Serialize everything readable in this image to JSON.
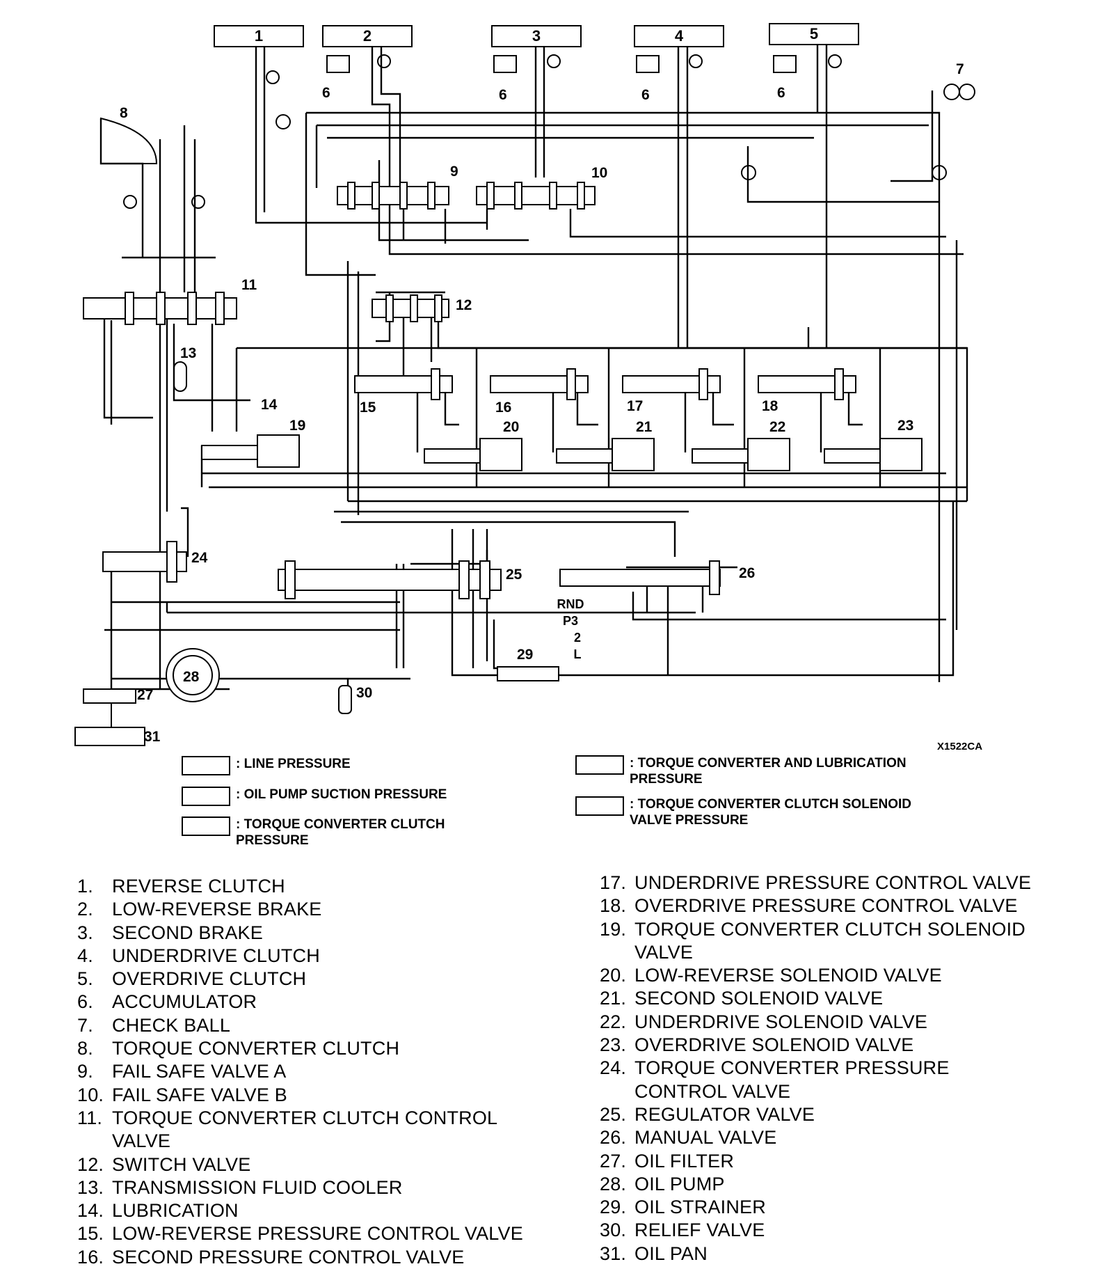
{
  "callouts": [
    {
      "id": "c1",
      "text": "1",
      "box": true
    },
    {
      "id": "c2",
      "text": "2",
      "box": true
    },
    {
      "id": "c3",
      "text": "3",
      "box": true
    },
    {
      "id": "c4",
      "text": "4",
      "box": true
    },
    {
      "id": "c5",
      "text": "5",
      "box": true
    },
    {
      "id": "c6a",
      "text": "6"
    },
    {
      "id": "c6b",
      "text": "6"
    },
    {
      "id": "c6c",
      "text": "6"
    },
    {
      "id": "c6d",
      "text": "6"
    },
    {
      "id": "c7",
      "text": "7"
    },
    {
      "id": "c8",
      "text": "8"
    },
    {
      "id": "c9",
      "text": "9"
    },
    {
      "id": "c10",
      "text": "10"
    },
    {
      "id": "c11",
      "text": "11"
    },
    {
      "id": "c12",
      "text": "12"
    },
    {
      "id": "c13",
      "text": "13"
    },
    {
      "id": "c14",
      "text": "14"
    },
    {
      "id": "c15",
      "text": "15"
    },
    {
      "id": "c16",
      "text": "16"
    },
    {
      "id": "c17",
      "text": "17"
    },
    {
      "id": "c18",
      "text": "18"
    },
    {
      "id": "c19",
      "text": "19"
    },
    {
      "id": "c20",
      "text": "20"
    },
    {
      "id": "c21",
      "text": "21"
    },
    {
      "id": "c22",
      "text": "22"
    },
    {
      "id": "c23",
      "text": "23"
    },
    {
      "id": "c24",
      "text": "24"
    },
    {
      "id": "c25",
      "text": "25"
    },
    {
      "id": "c26",
      "text": "26"
    },
    {
      "id": "c27",
      "text": "27"
    },
    {
      "id": "c28",
      "text": "28"
    },
    {
      "id": "c29",
      "text": "29"
    },
    {
      "id": "c30",
      "text": "30"
    },
    {
      "id": "c31",
      "text": "31"
    }
  ],
  "gear_positions": [
    "RND",
    "P3",
    "2",
    "L"
  ],
  "figure_code": "X1522CA",
  "legend": [
    {
      "text": ": LINE PRESSURE"
    },
    {
      "text": ": OIL PUMP SUCTION PRESSURE"
    },
    {
      "text": ": TORQUE CONVERTER CLUTCH\nPRESSURE"
    },
    {
      "text": ": TORQUE CONVERTER AND LUBRICATION\nPRESSURE"
    },
    {
      "text": ": TORQUE CONVERTER CLUTCH SOLENOID\nVALVE PRESSURE"
    }
  ],
  "parts_left": [
    {
      "n": "1.",
      "t": "REVERSE CLUTCH"
    },
    {
      "n": "2.",
      "t": "LOW-REVERSE BRAKE"
    },
    {
      "n": "3.",
      "t": "SECOND BRAKE"
    },
    {
      "n": "4.",
      "t": "UNDERDRIVE CLUTCH"
    },
    {
      "n": "5.",
      "t": "OVERDRIVE CLUTCH"
    },
    {
      "n": "6.",
      "t": "ACCUMULATOR"
    },
    {
      "n": "7.",
      "t": "CHECK BALL"
    },
    {
      "n": "8.",
      "t": "TORQUE CONVERTER CLUTCH"
    },
    {
      "n": "9.",
      "t": "FAIL SAFE VALVE A"
    },
    {
      "n": "10.",
      "t": "FAIL SAFE VALVE B"
    },
    {
      "n": "11.",
      "t": "TORQUE CONVERTER CLUTCH CONTROL\nVALVE"
    },
    {
      "n": "12.",
      "t": "SWITCH VALVE"
    },
    {
      "n": "13.",
      "t": "TRANSMISSION FLUID COOLER"
    },
    {
      "n": "14.",
      "t": "LUBRICATION"
    },
    {
      "n": "15.",
      "t": "LOW-REVERSE PRESSURE CONTROL VALVE"
    },
    {
      "n": "16.",
      "t": "SECOND PRESSURE CONTROL VALVE"
    }
  ],
  "parts_right": [
    {
      "n": "17.",
      "t": "UNDERDRIVE PRESSURE CONTROL VALVE"
    },
    {
      "n": "18.",
      "t": "OVERDRIVE PRESSURE CONTROL VALVE"
    },
    {
      "n": "19.",
      "t": "TORQUE CONVERTER CLUTCH SOLENOID\nVALVE"
    },
    {
      "n": "20.",
      "t": "LOW-REVERSE SOLENOID VALVE"
    },
    {
      "n": "21.",
      "t": "SECOND SOLENOID VALVE"
    },
    {
      "n": "22.",
      "t": "UNDERDRIVE SOLENOID VALVE"
    },
    {
      "n": "23.",
      "t": "OVERDRIVE SOLENOID VALVE"
    },
    {
      "n": "24.",
      "t": "TORQUE CONVERTER PRESSURE\nCONTROL VALVE"
    },
    {
      "n": "25.",
      "t": "REGULATOR VALVE"
    },
    {
      "n": "26.",
      "t": "MANUAL VALVE"
    },
    {
      "n": "27.",
      "t": "OIL FILTER"
    },
    {
      "n": "28.",
      "t": "OIL PUMP"
    },
    {
      "n": "29.",
      "t": "OIL STRAINER"
    },
    {
      "n": "30.",
      "t": "RELIEF VALVE"
    },
    {
      "n": "31.",
      "t": "OIL PAN"
    }
  ]
}
